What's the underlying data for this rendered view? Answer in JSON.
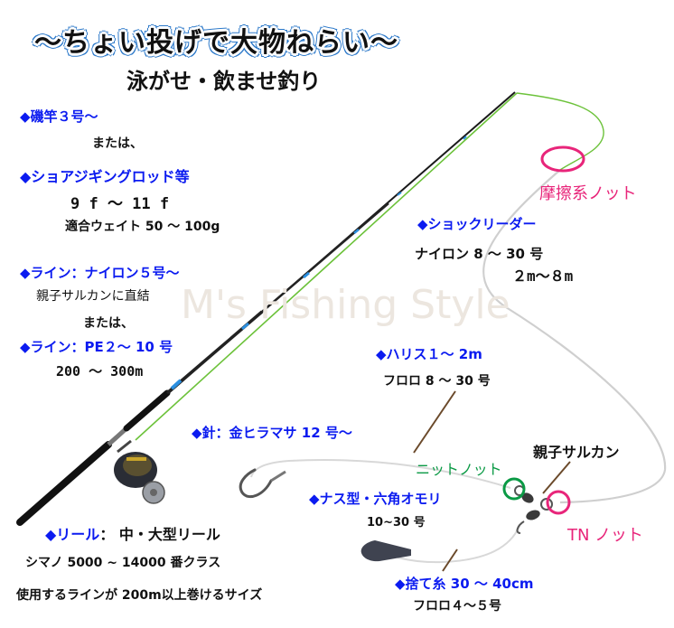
{
  "title": "〜ちょい投げで大物ねらい〜",
  "subtitle": "泳がせ・飲ませ釣り",
  "watermark": "M's Fishing Style",
  "colors": {
    "label_blue": "#0b1bf0",
    "knot_pink": "#e8257a",
    "knot_green": "#0b9a45",
    "title_outline": "#2b78c9",
    "main_line_green": "#6cc23a",
    "leader_gray": "#cccccc",
    "pointer_brown": "#6b4a2b"
  },
  "rod": {
    "heading": "◆磯竿３号〜",
    "or_1": "または、",
    "alt_heading": "◆ショアジギングロッド等",
    "length": "9 f 〜 11 f",
    "weight": "適合ウェイト 50 〜 100g"
  },
  "line": {
    "nylon_heading": "◆ライン：ナイロン５号〜",
    "nylon_note": "親子サルカンに直結",
    "or_2": "または、",
    "pe_heading": "◆ライン：PE２〜 10 号",
    "pe_length": "200 〜 300m"
  },
  "reel": {
    "heading_blue": "◆リール",
    "heading_black": "： 中・大型リール",
    "size": "シマノ 5000 ~ 14000 番クラス",
    "note": "使用するラインが 200m以上巻けるサイズ"
  },
  "leader": {
    "knot_label": "摩擦系ノット",
    "heading": "◆ショックリーダー",
    "spec": "ナイロン 8 〜 30 号",
    "length": "２m〜８m"
  },
  "harisu": {
    "heading": "◆ハリス１〜 2m",
    "spec": "フロロ 8 〜 30 号"
  },
  "hook": {
    "heading": "◆針：金ヒラマサ 12 号〜"
  },
  "knots": {
    "knit": "ニットノット",
    "swivel": "親子サルカン",
    "tn": "TN ノット"
  },
  "sinker": {
    "heading": "◆ナス型・六角オモリ",
    "weight": "10~30 号"
  },
  "sute_ito": {
    "heading": "◆捨て糸 30 〜 40cm",
    "spec": "フロロ４〜５号"
  }
}
